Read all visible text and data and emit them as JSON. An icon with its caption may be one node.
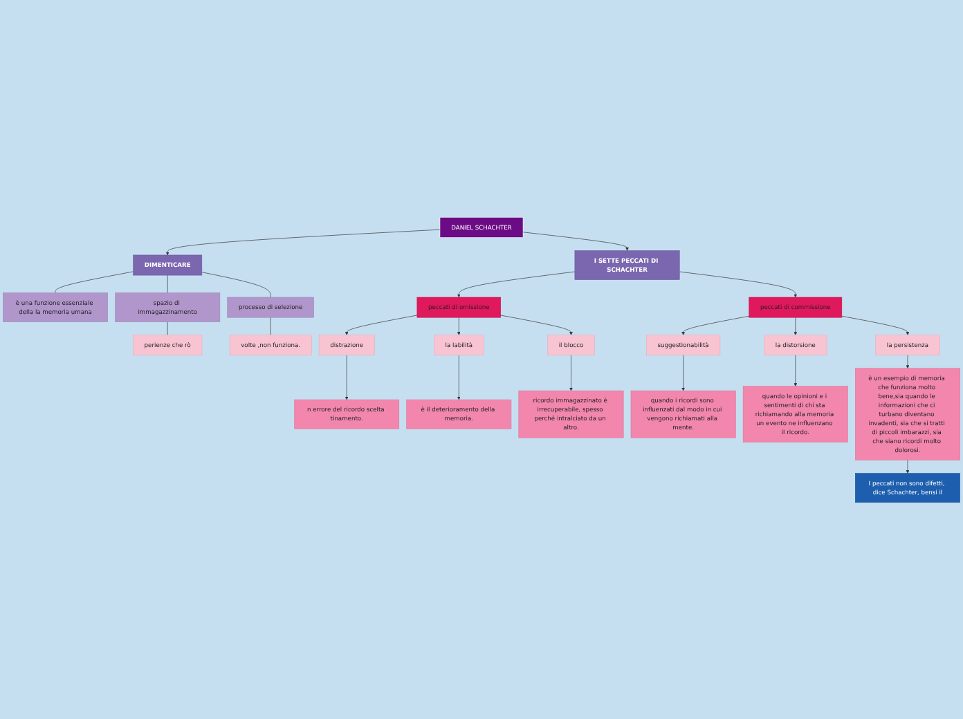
{
  "diagram": {
    "nodes": [
      {
        "text": [
          "DANIEL SCHACHTER"
        ]
      },
      {
        "text": [
          "DIMENTICARE"
        ]
      },
      {
        "text": [
          "è una funzione essenziale della la memoria umana"
        ]
      },
      {
        "text": [
          "spazio di immagazzinamento"
        ]
      },
      {
        "text": [
          "perienze che rò"
        ]
      },
      {
        "text": [
          "processo di selezione"
        ]
      },
      {
        "text": [
          "volte ,non funziona."
        ]
      },
      {
        "text": [
          "I SETTE PECCATI DI SCHACHTER"
        ]
      },
      {
        "text": [
          "peccati di omissione"
        ]
      },
      {
        "text": [
          "distrazione"
        ]
      },
      {
        "text": [
          "n errore del ricordo scelta tinamento."
        ]
      },
      {
        "text": [
          "la labilità"
        ]
      },
      {
        "text": [
          "è il deterioramento della memoria."
        ]
      },
      {
        "text": [
          "il blocco"
        ]
      },
      {
        "text": [
          "ricordo immagazzinato è irrecuperabile, spesso perché intralciato da un altro."
        ]
      },
      {
        "text": [
          "peccati di commissione"
        ]
      },
      {
        "text": [
          "suggestionabilità"
        ]
      },
      {
        "text": [
          "quando i ricordi sono influenzati dal modo in cui vengono richiamati alla mente."
        ]
      },
      {
        "text": [
          "la distorsione"
        ]
      },
      {
        "text": [
          "quando le opinioni e i sentimenti di chi sta richiamando alla memoria un evento ne influenzano il ricordo."
        ]
      },
      {
        "text": [
          "la persistenza"
        ]
      },
      {
        "text": [
          "è un esempio di memoria che funziona molto bene,sia quando le informazioni che ci turbano diventano invadenti, sia che si tratti di piccoli imbarazzi, sia che siano ricordi molto dolorosi."
        ]
      },
      {
        "text": [
          "I peccati non sono difetti, dice Schachter, bensi il"
        ]
      }
    ],
    "edges": [
      {
        "from": 0,
        "to": 1,
        "arrow": "to"
      },
      {
        "from": 0,
        "to": 7,
        "arrow": "to"
      },
      {
        "from": 1,
        "to": 2,
        "arrow": "none"
      },
      {
        "from": 1,
        "to": 3,
        "arrow": "none"
      },
      {
        "from": 1,
        "to": 5,
        "arrow": "none"
      },
      {
        "from": 3,
        "to": 4,
        "arrow": "none"
      },
      {
        "from": 5,
        "to": 6,
        "arrow": "none"
      },
      {
        "from": 7,
        "to": 8,
        "arrow": "to"
      },
      {
        "from": 7,
        "to": 15,
        "arrow": "to"
      },
      {
        "from": 8,
        "to": 9,
        "arrow": "to"
      },
      {
        "from": 8,
        "to": 11,
        "arrow": "to"
      },
      {
        "from": 8,
        "to": 13,
        "arrow": "to"
      },
      {
        "from": 9,
        "to": 10,
        "arrow": "to"
      },
      {
        "from": 11,
        "to": 12,
        "arrow": "to"
      },
      {
        "from": 13,
        "to": 14,
        "arrow": "to"
      },
      {
        "from": 15,
        "to": 16,
        "arrow": "to"
      },
      {
        "from": 15,
        "to": 18,
        "arrow": "to"
      },
      {
        "from": 15,
        "to": 20,
        "arrow": "to"
      },
      {
        "from": 16,
        "to": 17,
        "arrow": "to"
      },
      {
        "from": 18,
        "to": 19,
        "arrow": "to"
      },
      {
        "from": 20,
        "to": 21,
        "arrow": "to"
      },
      {
        "from": 21,
        "to": 22,
        "arrow": "to"
      }
    ]
  }
}
